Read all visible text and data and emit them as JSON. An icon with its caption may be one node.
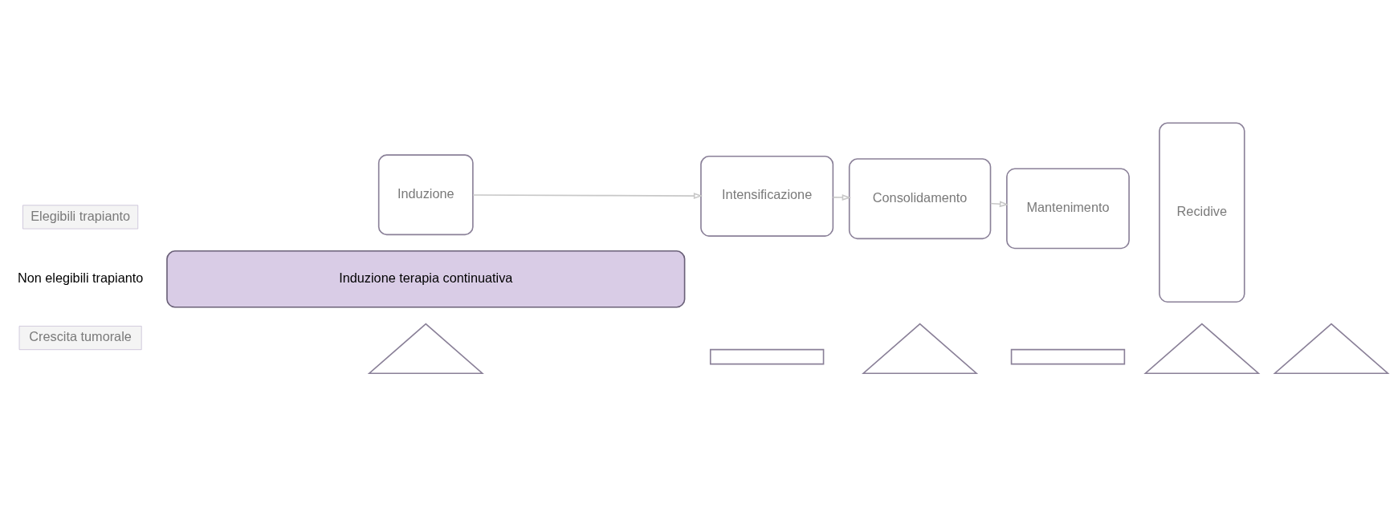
{
  "diagram": {
    "nodes": [
      {
        "text": [
          "Elegibili trapianto"
        ]
      },
      {
        "text": [
          "Induzione"
        ]
      },
      {
        "text": [
          "Intensificazione"
        ]
      },
      {
        "text": [
          "Consolidamento"
        ]
      },
      {
        "text": [
          "Mantenimento"
        ]
      },
      {
        "text": [
          "Recidive"
        ]
      },
      {
        "text": [
          "Induzione terapia continuativa"
        ]
      },
      {
        "text": [
          "Crescita tumorale"
        ]
      },
      {
        "text": [],
        "shape": "triangle"
      },
      {
        "text": [],
        "shape": "bar"
      },
      {
        "text": [],
        "shape": "triangle"
      },
      {
        "text": [],
        "shape": "bar"
      },
      {
        "text": [],
        "shape": "triangle"
      },
      {
        "text": [],
        "shape": "triangle"
      }
    ],
    "edges": [
      {
        "from": 1,
        "to": 2,
        "arrow": "to"
      },
      {
        "from": 2,
        "to": 3,
        "arrow": "to"
      },
      {
        "from": 3,
        "to": 4,
        "arrow": "to"
      }
    ],
    "labels": [
      "Non elegibili trapianto"
    ]
  }
}
